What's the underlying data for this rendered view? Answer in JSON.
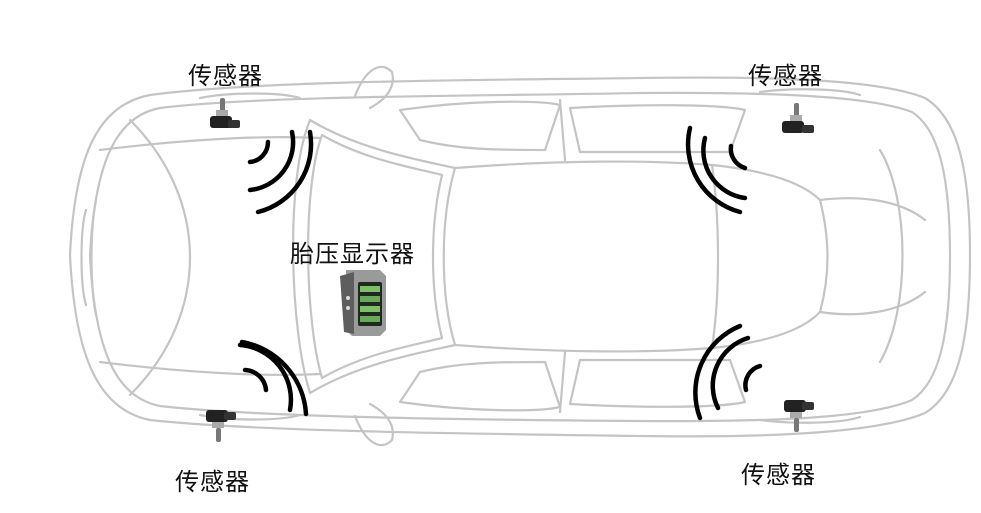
{
  "labels": {
    "sensor_front_left": "传感器",
    "sensor_front_right": "传感器",
    "sensor_rear_left": "传感器",
    "sensor_rear_right": "传感器",
    "display": "胎压显示器"
  },
  "colors": {
    "car_outline": "#c4c4c4",
    "signal_waves": "#000000",
    "text": "#111111"
  },
  "icons": {
    "sensor": "tire-pressure-valve-sensor-icon",
    "display": "tpms-display-unit-icon",
    "signal": "wireless-signal-waves-icon"
  }
}
